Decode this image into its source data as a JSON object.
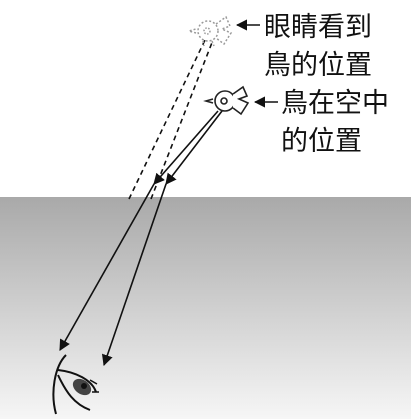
{
  "labels": {
    "apparent_bird_line1": "眼睛看到",
    "apparent_bird_line2": "鳥的位置",
    "actual_bird_line1": "鳥在空中",
    "actual_bird_line2": "的位置"
  },
  "colors": {
    "water_top": "#a9a9a9",
    "water_bottom": "#f6f6f6",
    "ray": "#111111",
    "apparent_bird": "#9a9a9a",
    "actual_bird": "#222222"
  }
}
